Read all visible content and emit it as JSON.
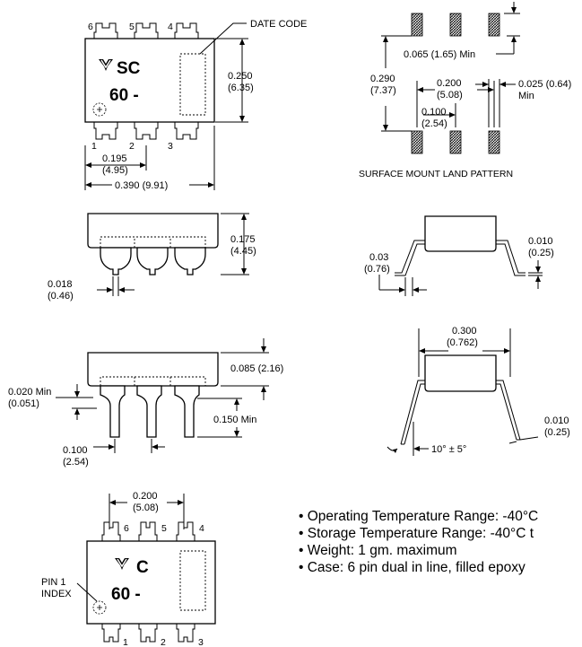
{
  "top_view": {
    "pins_top": [
      "6",
      "5",
      "4"
    ],
    "pins_bottom": [
      "1",
      "2",
      "3"
    ],
    "logo_text": "SC",
    "part_text": "60 -",
    "date_code": "DATE CODE",
    "dim_height_in": "0.250",
    "dim_height_mm": "(6.35)",
    "dim_pitch_in": "0.195",
    "dim_pitch_mm": "(4.95)",
    "dim_width": "0.390 (9.91)"
  },
  "land_pattern": {
    "dim_min_gap": "0.065 (1.65) Min",
    "dim_span_in": "0.290",
    "dim_span_mm": "(7.37)",
    "dim_pad_in": "0.200",
    "dim_pad_mm": "(5.08)",
    "dim_pitch_in": "0.100",
    "dim_pitch_mm": "(2.54)",
    "dim_pad_width": "0.025 (0.64)",
    "dim_pad_width_min": "Min",
    "caption": "SURFACE MOUNT LAND PATTERN"
  },
  "smt_side": {
    "dim_height_in": "0.175",
    "dim_height_mm": "(4.45)",
    "dim_lead_in": "0.018",
    "dim_lead_mm": "(0.46)"
  },
  "smt_end": {
    "dim_foot_in": "0.03",
    "dim_foot_mm": "(0.76)",
    "dim_thick_in": "0.010",
    "dim_thick_mm": "(0.25)"
  },
  "dip_side": {
    "dim_standoff": "0.085 (2.16)",
    "dim_min_in": "0.020 Min",
    "dim_min_mm": "(0.051)",
    "dim_lead_len": "0.150 Min",
    "dim_pitch_in": "0.100",
    "dim_pitch_mm": "(2.54)"
  },
  "dip_end": {
    "dim_row_in": "0.300",
    "dim_row_mm": "(0.762)",
    "dim_angle": "10° ± 5°",
    "dim_thick_in": "0.010",
    "dim_thick_mm": "(0.25)"
  },
  "bottom_view": {
    "dim_pitch_in": "0.200",
    "dim_pitch_mm": "(5.08)",
    "pins_top": [
      "6",
      "5",
      "4"
    ],
    "pins_bottom": [
      "1",
      "2",
      "3"
    ],
    "logo_text": "C",
    "part_text": "60 -",
    "pin1_line1": "PIN 1",
    "pin1_line2": "INDEX"
  },
  "notes": [
    "• Operating Temperature Range: -40°C",
    "• Storage Temperature Range: -40°C t",
    "• Weight: 1 gm. maximum",
    "• Case: 6 pin dual in line, filled epoxy"
  ]
}
